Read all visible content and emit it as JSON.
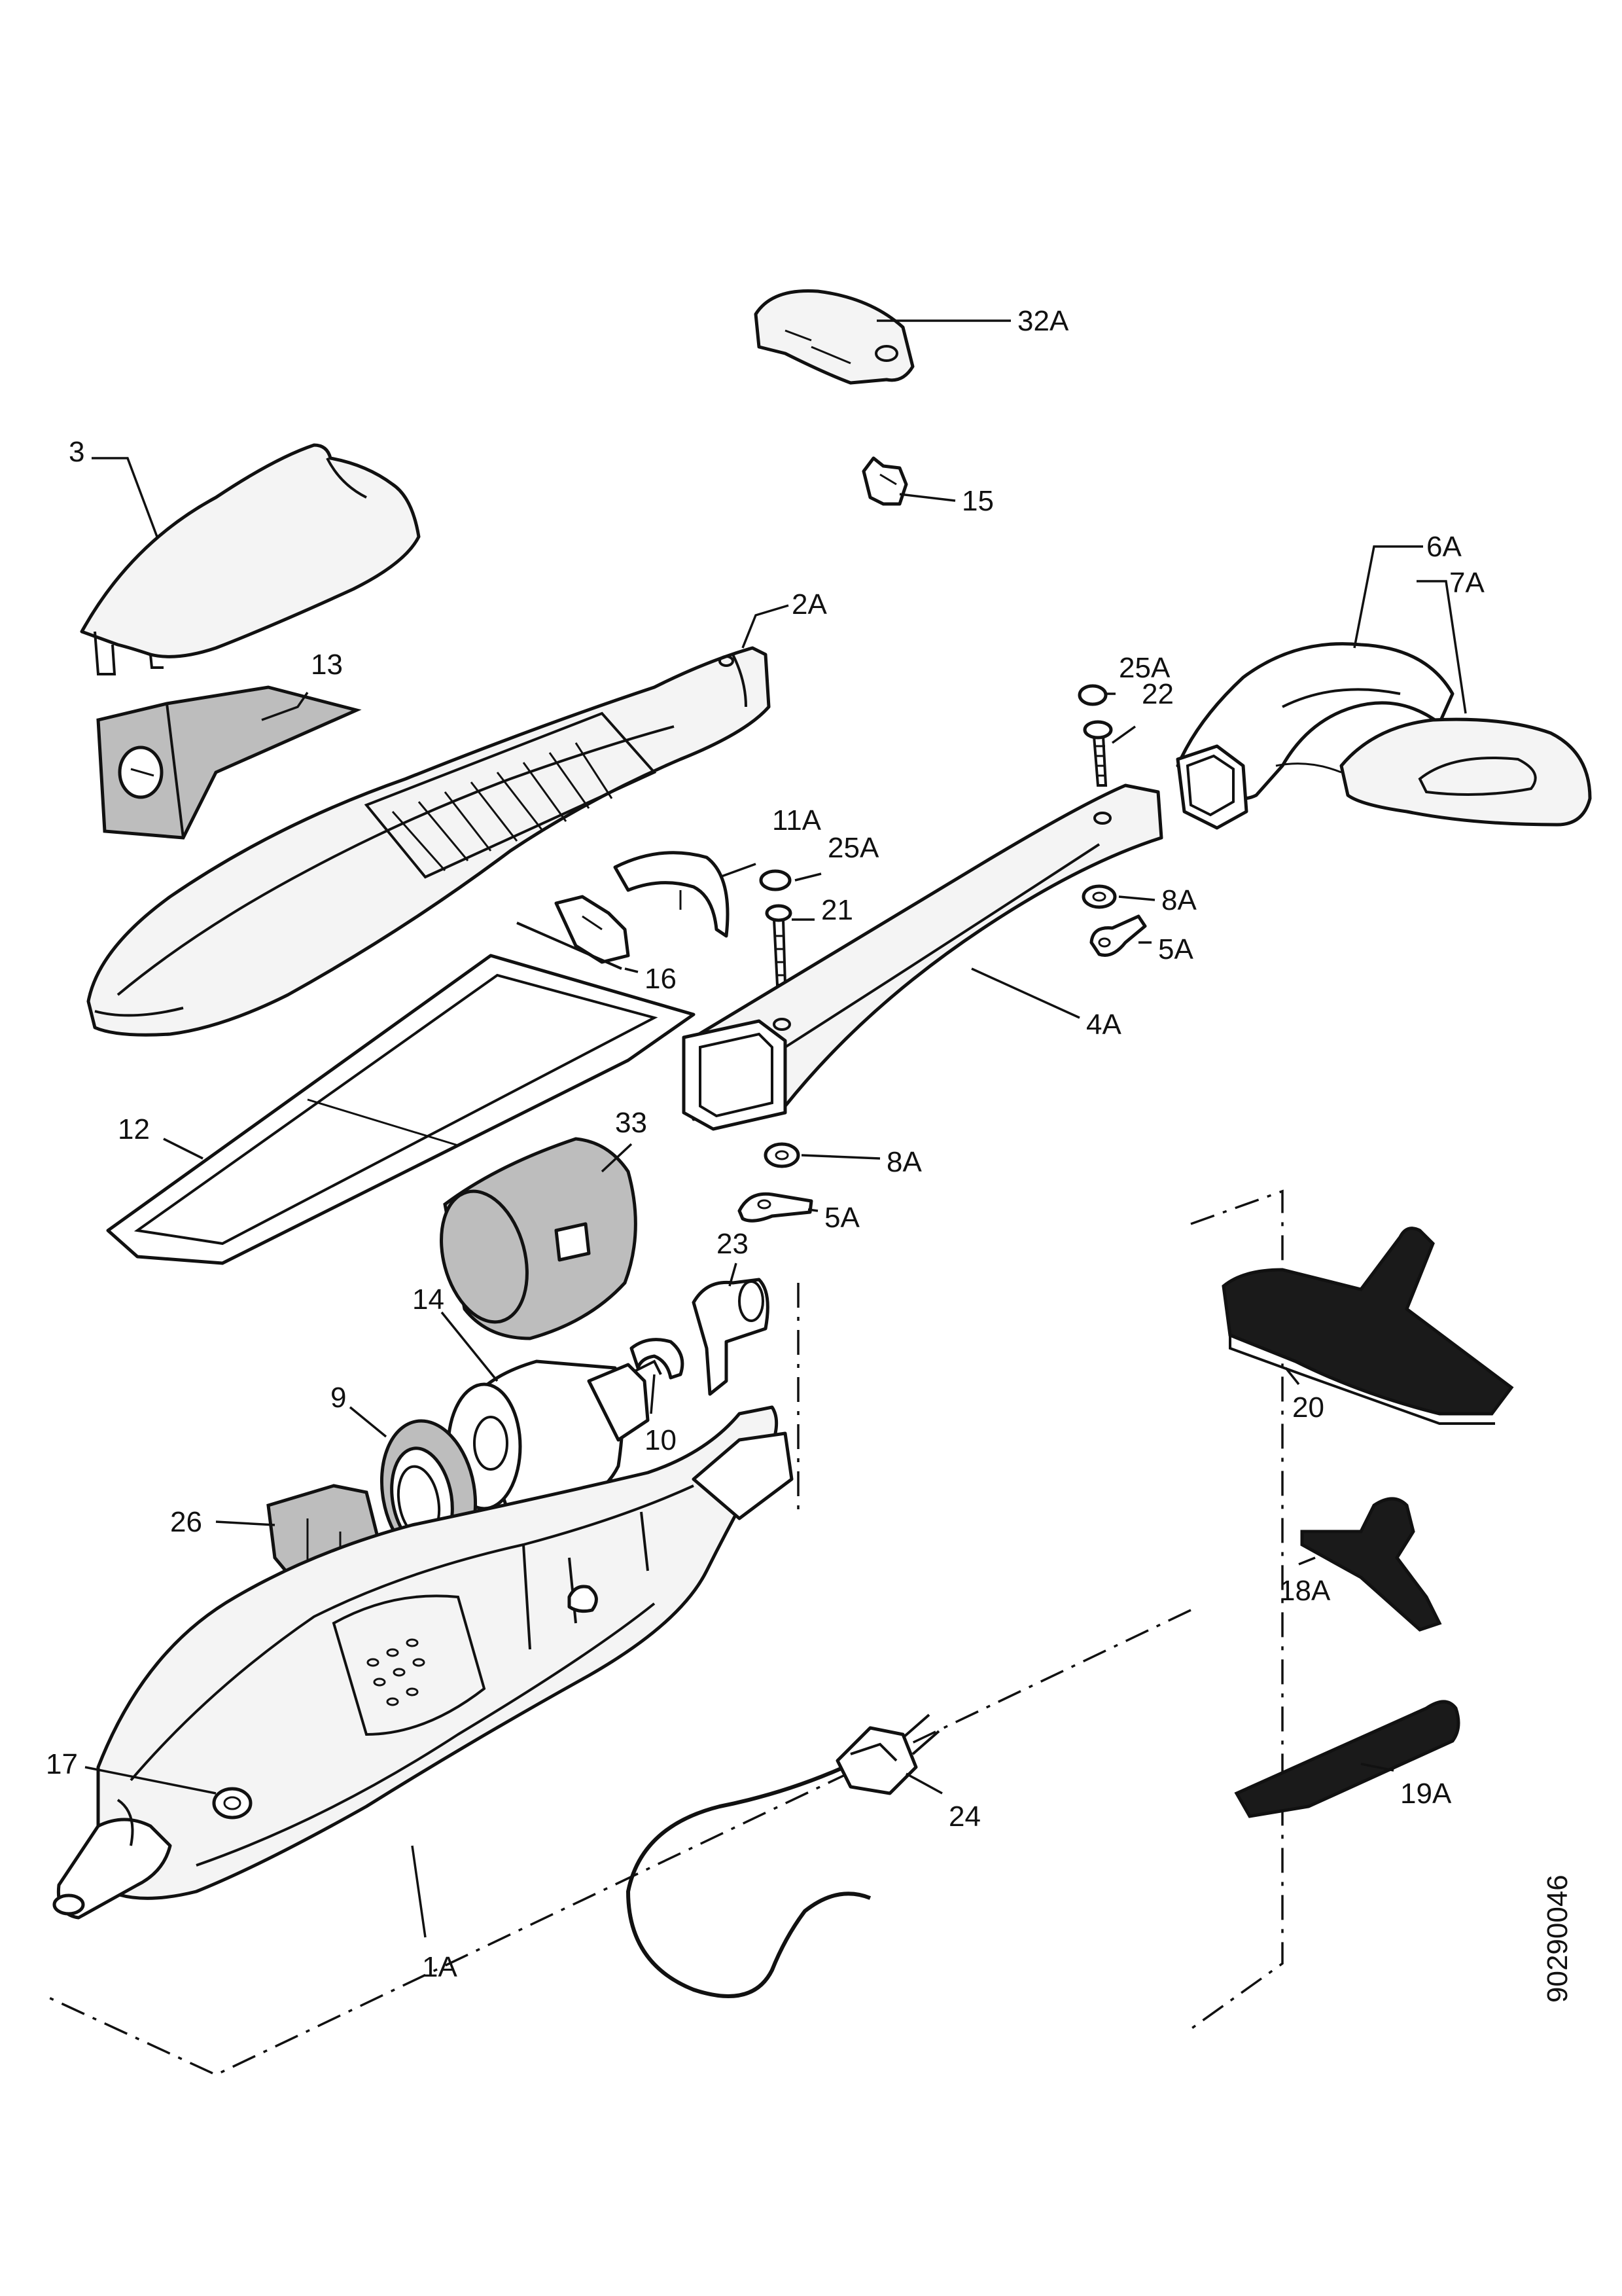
{
  "document_number": "90290046",
  "labels": {
    "p32A": "32A",
    "p3": "3",
    "p15": "15",
    "p6A": "6A",
    "p7A": "7A",
    "p2A": "2A",
    "p13": "13",
    "p25A_top": "25A",
    "p22": "22",
    "p11A": "11A",
    "p25A_mid": "25A",
    "p21": "21",
    "p8A_top": "8A",
    "p5A_top": "5A",
    "p16": "16",
    "p4A": "4A",
    "p12": "12",
    "p33": "33",
    "p8A_bottom": "8A",
    "p5A_bottom": "5A",
    "p23": "23",
    "p14": "14",
    "p9": "9",
    "p10": "10",
    "p20": "20",
    "p26": "26",
    "p18A": "18A",
    "p17": "17",
    "p24": "24",
    "p19A": "19A",
    "p1A": "1A"
  },
  "colors": {
    "ink": "#111111",
    "paper": "#ffffff"
  }
}
